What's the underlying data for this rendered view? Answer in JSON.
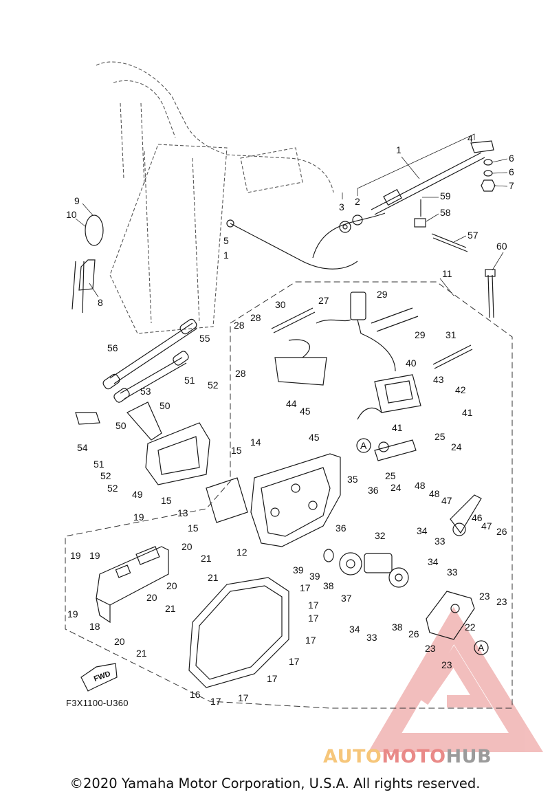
{
  "diagram_code": "F3X1100-U360",
  "fwd_label": "FWD",
  "copyright": "©2020 Yamaha Motor Corporation, U.S.A. All rights reserved.",
  "watermark": {
    "part1": "AUTO",
    "part2": "MOTO",
    "part3": "HUB"
  },
  "callouts": [
    "1",
    "2",
    "3",
    "4",
    "5",
    "6",
    "7",
    "8",
    "9",
    "10",
    "11",
    "12",
    "13",
    "14",
    "15",
    "16",
    "17",
    "18",
    "19",
    "20",
    "21",
    "22",
    "23",
    "24",
    "25",
    "26",
    "27",
    "28",
    "29",
    "30",
    "31",
    "32",
    "33",
    "34",
    "35",
    "36",
    "37",
    "38",
    "39",
    "40",
    "41",
    "42",
    "43",
    "44",
    "45",
    "46",
    "47",
    "48",
    "49",
    "50",
    "51",
    "52",
    "53",
    "54",
    "55",
    "56",
    "57",
    "58",
    "59",
    "60",
    "A"
  ],
  "colors": {
    "line": "#1a1a1a",
    "watermark_red": "#e98a88",
    "watermark_orange": "#f6c67a",
    "watermark_gray": "#9b9b9b"
  }
}
